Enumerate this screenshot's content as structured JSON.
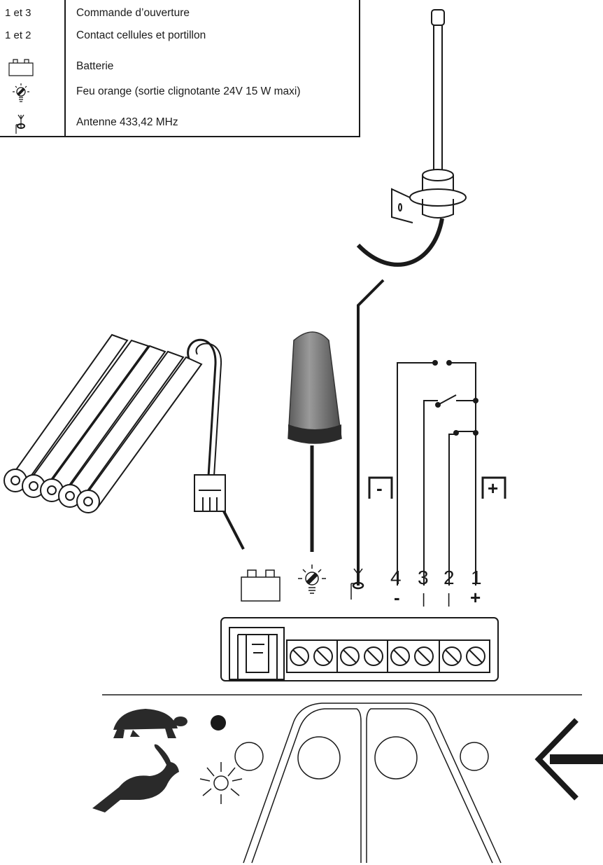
{
  "legend": {
    "rows": [
      {
        "key": "1 et 3",
        "text": "Commande d’ouverture",
        "icon": null
      },
      {
        "key": "1 et 2",
        "text": "Contact cellules et portillon",
        "icon": null
      },
      {
        "key": "",
        "text": "Batterie",
        "icon": "battery-icon"
      },
      {
        "key": "",
        "text": "Feu orange (sortie clignotante 24V 15 W maxi)",
        "icon": "orange-light-icon"
      },
      {
        "key": "",
        "text": "Antenne 433,42 MHz",
        "icon": "antenna-icon"
      }
    ]
  },
  "terminals": {
    "numbers": [
      "4",
      "3",
      "2",
      "1"
    ],
    "signs": [
      "-",
      "|",
      "|",
      "+"
    ]
  },
  "polarity": {
    "minus": "-",
    "plus": "+"
  }
}
